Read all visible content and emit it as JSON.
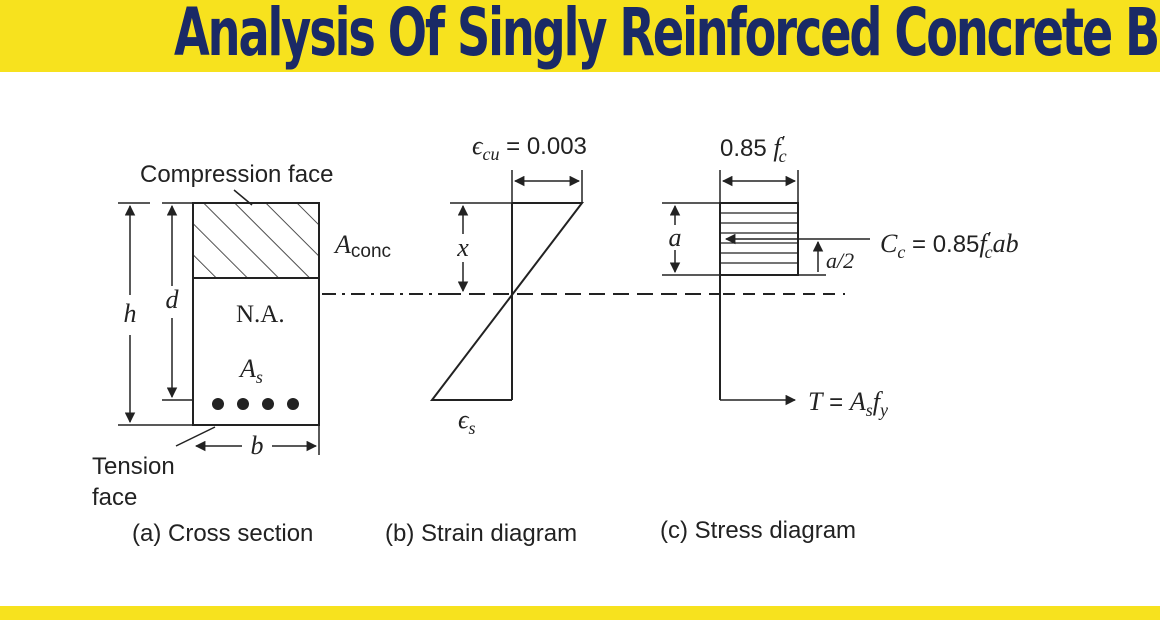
{
  "title": "Analysis Of Singly Reinforced Concrete Beam",
  "colors": {
    "banner": "#f7e21e",
    "title_text": "#1a2a66",
    "lines": "#222222"
  },
  "cross_section": {
    "compression_face": "Compression face",
    "tension_face_line1": "Tension",
    "tension_face_line2": "face",
    "h": "h",
    "d": "d",
    "b": "b",
    "a_conc_main": "A",
    "a_conc_sub": "conc",
    "neutral_axis": "N.A.",
    "as_main": "A",
    "as_sub": "s",
    "bars_count": 4
  },
  "strain": {
    "ecu_main": "ϵ",
    "ecu_sub": "cu",
    "ecu_value": " = 0.003",
    "x": "x",
    "es_main": "ϵ",
    "es_sub": "s"
  },
  "stress": {
    "top_label_prefix": "0.85 ",
    "fc_main": "f",
    "fc_prime": "′",
    "fc_sub": "c",
    "a": "a",
    "a_half": "a/2",
    "cc_main": "C",
    "cc_sub": "c",
    "cc_eq": " = 0.85",
    "cc_f": "f",
    "cc_f_prime": "′",
    "cc_f_sub": "c",
    "cc_tail": "ab",
    "t_main": "T",
    "t_eq": " = ",
    "t_a": "A",
    "t_a_sub": "s",
    "t_f": "f",
    "t_f_sub": "y"
  },
  "captions": {
    "a": "(a)  Cross section",
    "b": "(b)  Strain diagram",
    "c": "(c)  Stress diagram"
  }
}
